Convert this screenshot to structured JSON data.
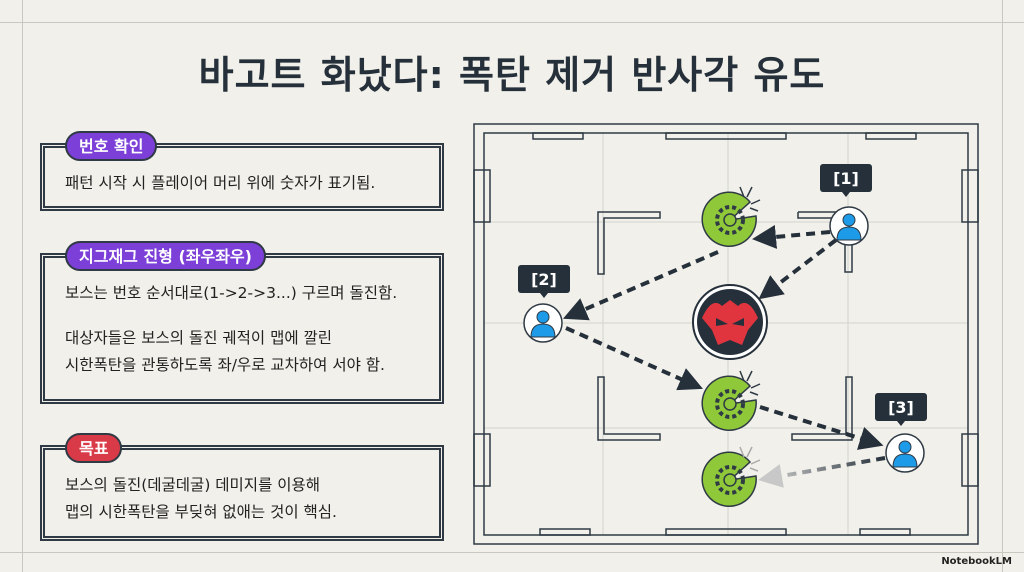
{
  "title": "바고트 화났다: 폭탄 제거 반사각 유도",
  "panels": [
    {
      "label": "번호 확인",
      "lines": [
        "패턴 시작 시 플레이어 머리 위에 숫자가 표기됨."
      ]
    },
    {
      "label": "지그재그 진형 (좌우좌우)",
      "lines": [
        "보스는 번호 순서대로(1->2->3...) 구르며 돌진함.",
        "대상자들은 보스의 돌진 궤적이 맵에 깔린",
        "시한폭탄을 관통하도록 좌/우로 교차하여 서야 함."
      ]
    },
    {
      "label": "목표",
      "lines": [
        "보스의 돌진(데굴데굴) 데미지를 이용해",
        "맵의 시한폭탄을 부딪혀 없애는 것이 핵심."
      ]
    }
  ],
  "map": {
    "players": [
      {
        "label": "[1]"
      },
      {
        "label": "[2]"
      },
      {
        "label": "[3]"
      }
    ],
    "colors": {
      "bomb": "#8fc93a",
      "player": "#1e9be8",
      "boss": "#e0353f",
      "dark": "#25303b"
    }
  },
  "footer": "NotebookLM"
}
